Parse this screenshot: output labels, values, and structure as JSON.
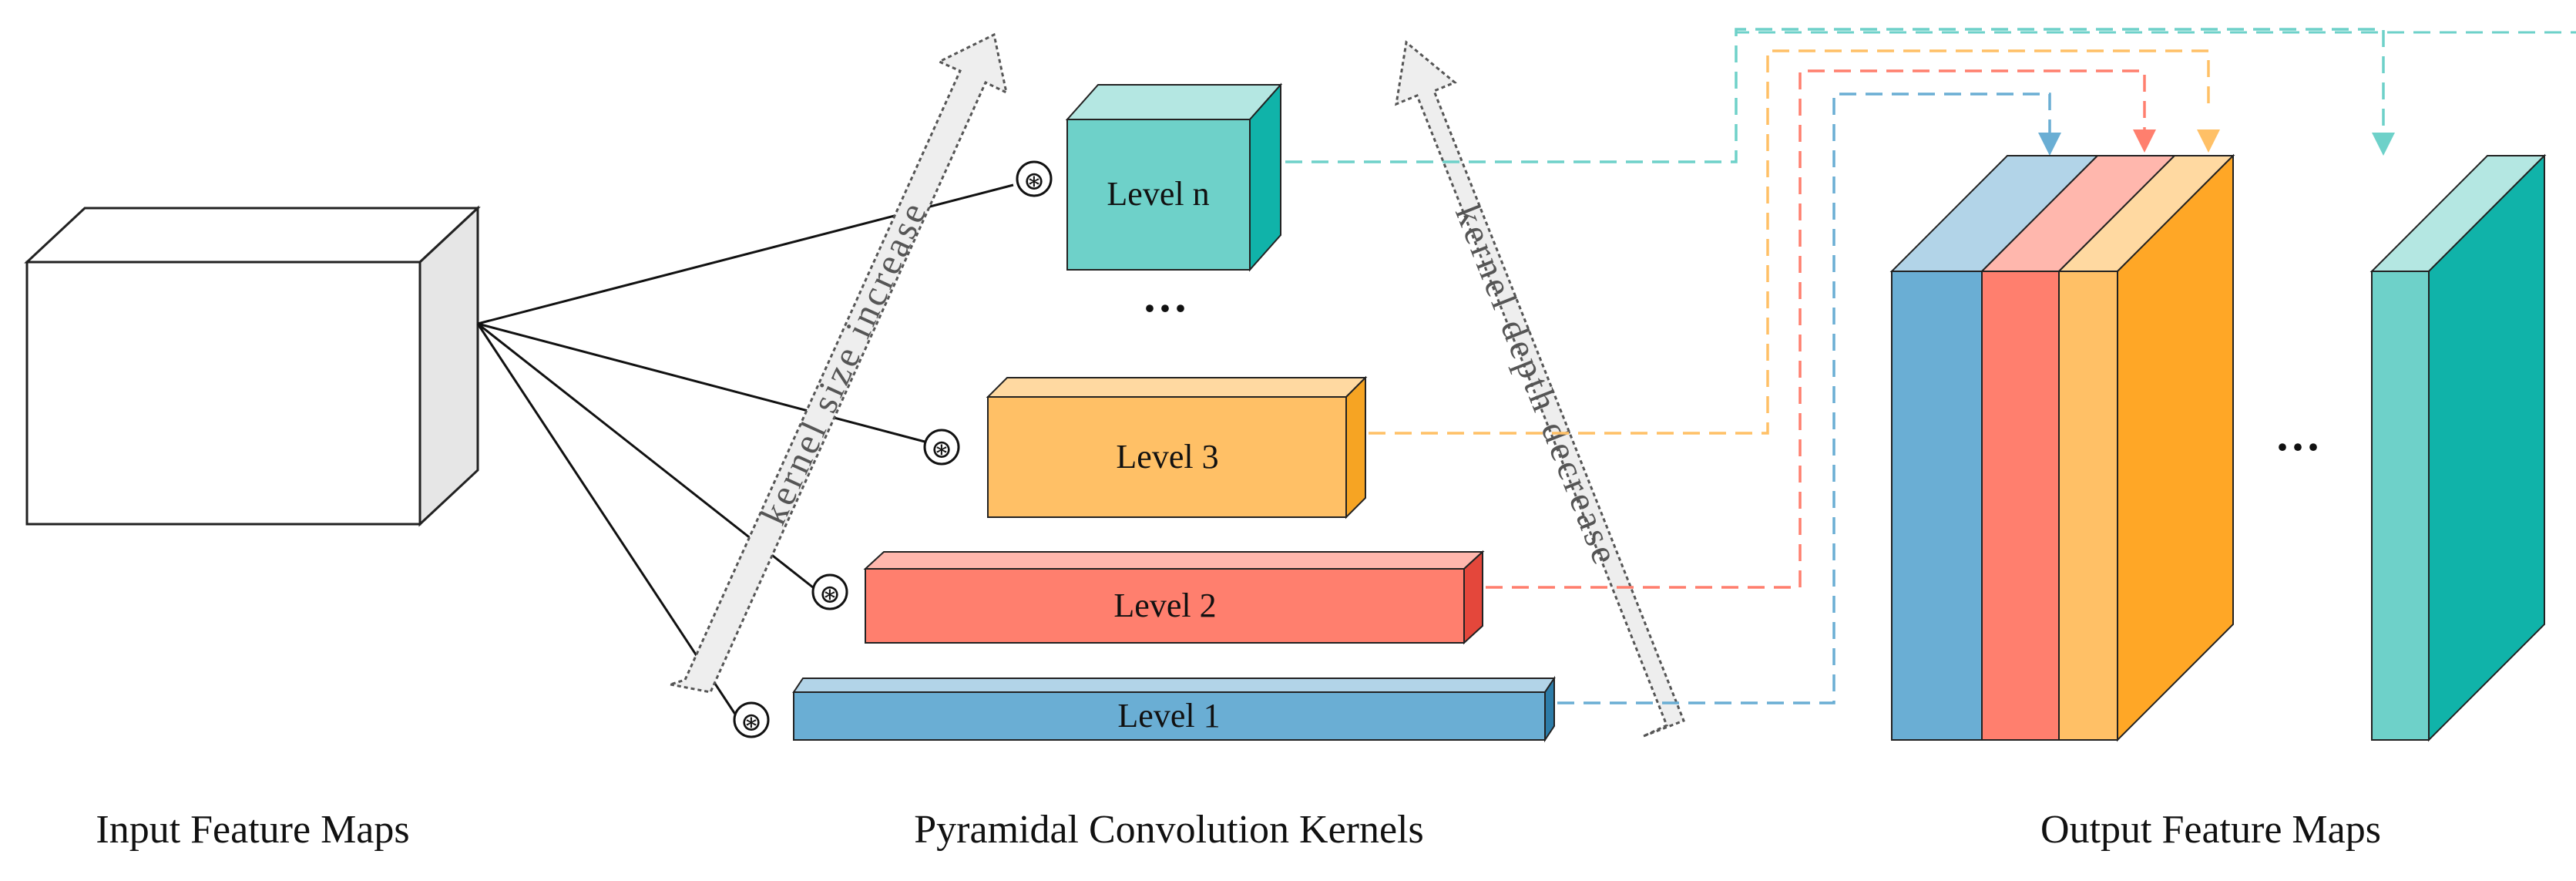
{
  "captions": {
    "input": "Input Feature Maps",
    "kernels": "Pyramidal Convolution Kernels",
    "output": "Output Feature Maps"
  },
  "levels": {
    "n": "Level n",
    "three": "Level 3",
    "two": "Level 2",
    "one": "Level 1"
  },
  "arrows": {
    "left": "kernel size increase",
    "right": "kernel depth decrease"
  },
  "ellipsis_kernels": "···",
  "ellipsis_output": "···",
  "conv_symbol": "⊛",
  "colors": {
    "teal": "#6ed1c9",
    "teal_top": "#b4e7e2",
    "teal_side": "#10b3a9",
    "orange": "#ffc066",
    "orange_top": "#ffd9a1",
    "orange_side": "#f6a423",
    "red": "#ff7f6e",
    "red_top": "#ffb7ad",
    "red_side": "#e4473b",
    "blue": "#6aaed4",
    "blue_top": "#b2d4e8",
    "blue_side": "#2d7ca8"
  }
}
